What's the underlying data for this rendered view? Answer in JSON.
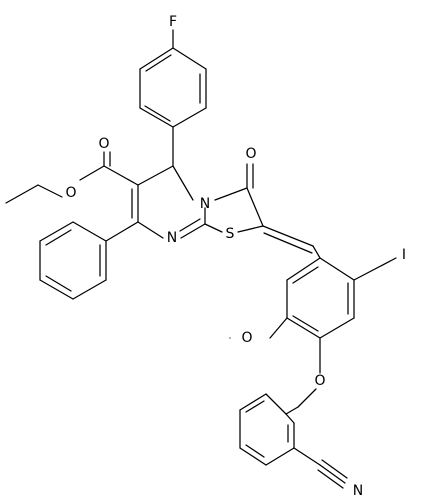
{
  "molecule": {
    "atom_labels": {
      "fluorine": "F",
      "carbonyl_oxygen": "O",
      "ester_oxygen_double": "O",
      "ester_oxygen_single": "O",
      "ring_nitrogen": "N",
      "pyrimidine_nitrogen": "N",
      "sulfur": "S",
      "iodine": "I",
      "methoxy_oxygen": "O",
      "ether_oxygen": "O",
      "nitrile_nitrogen": "N"
    }
  }
}
